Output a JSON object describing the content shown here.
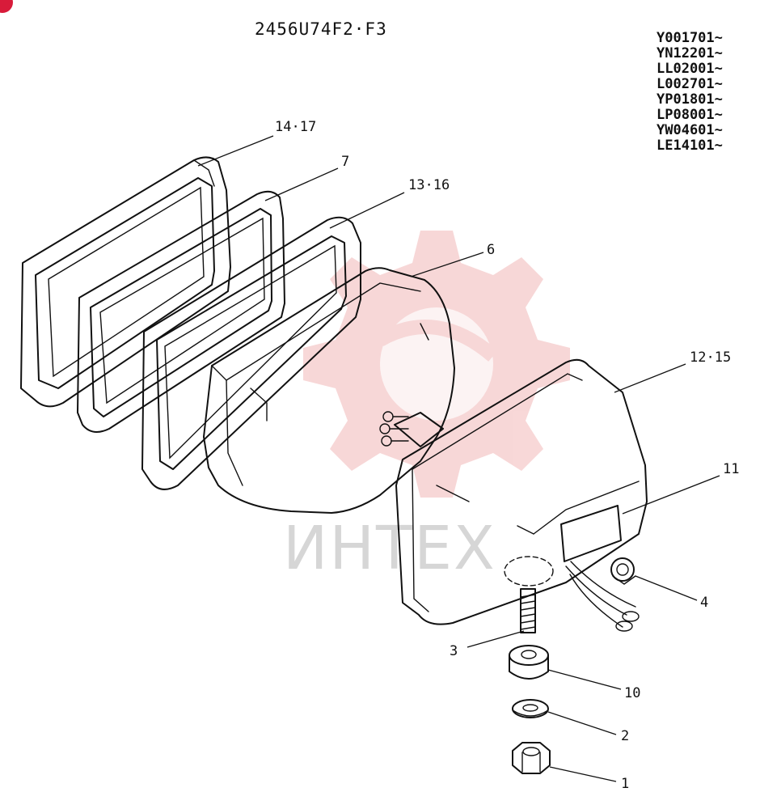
{
  "diagram": {
    "title": "2456U74F2·F3",
    "serial_ranges": [
      "Y001701~",
      "YN12201~",
      "LL02001~",
      "L002701~",
      "YP01801~",
      "LP08001~",
      "YW04601~",
      "LE14101~"
    ],
    "callouts": {
      "gasket_outer": "14·17",
      "frame_rim": "7",
      "gasket_inner": "13·16",
      "lamp_unit": "6",
      "housing": "12·15",
      "label_plate": "11",
      "grommet": "4",
      "bolt": "3",
      "spacer": "10",
      "washer": "2",
      "nut": "1"
    },
    "watermark": {
      "text": "ИНТЕХ",
      "color": "#f2b8b8"
    }
  }
}
